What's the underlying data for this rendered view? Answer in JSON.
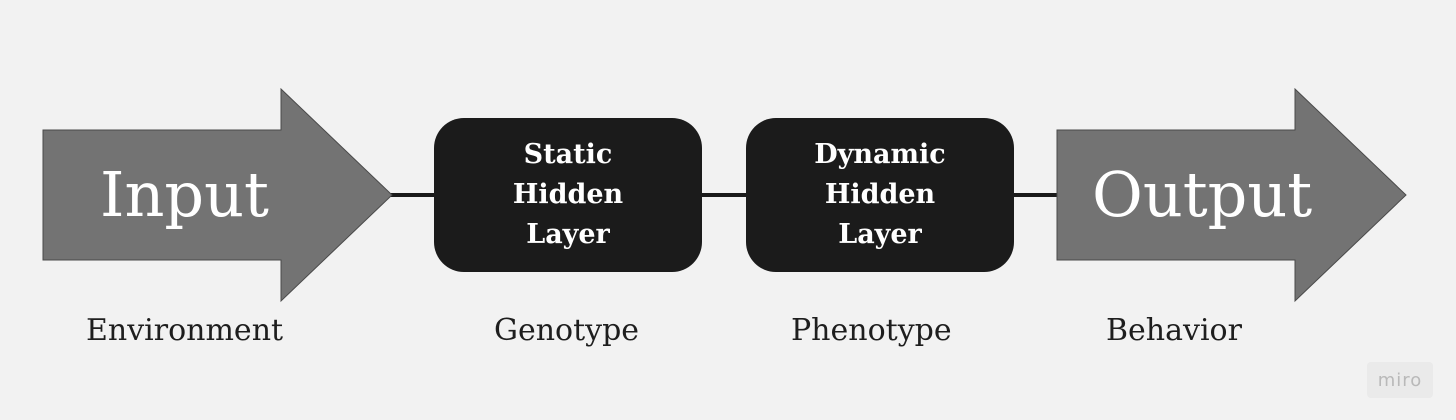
{
  "diagram": {
    "input_label": "Input",
    "output_label": "Output",
    "static_box_label": "Static\nHidden\nLayer",
    "dynamic_box_label": "Dynamic\nHidden\nLayer",
    "captions": {
      "environment": "Environment",
      "genotype": "Genotype",
      "phenotype": "Phenotype",
      "behavior": "Behavior"
    },
    "colors": {
      "background": "#f2f2f2",
      "arrow_fill": "#737373",
      "box_fill": "#1b1b1b",
      "connector": "#1a1a1a",
      "caption_text": "#1e1e1e"
    }
  },
  "watermark": {
    "label": "miro"
  }
}
